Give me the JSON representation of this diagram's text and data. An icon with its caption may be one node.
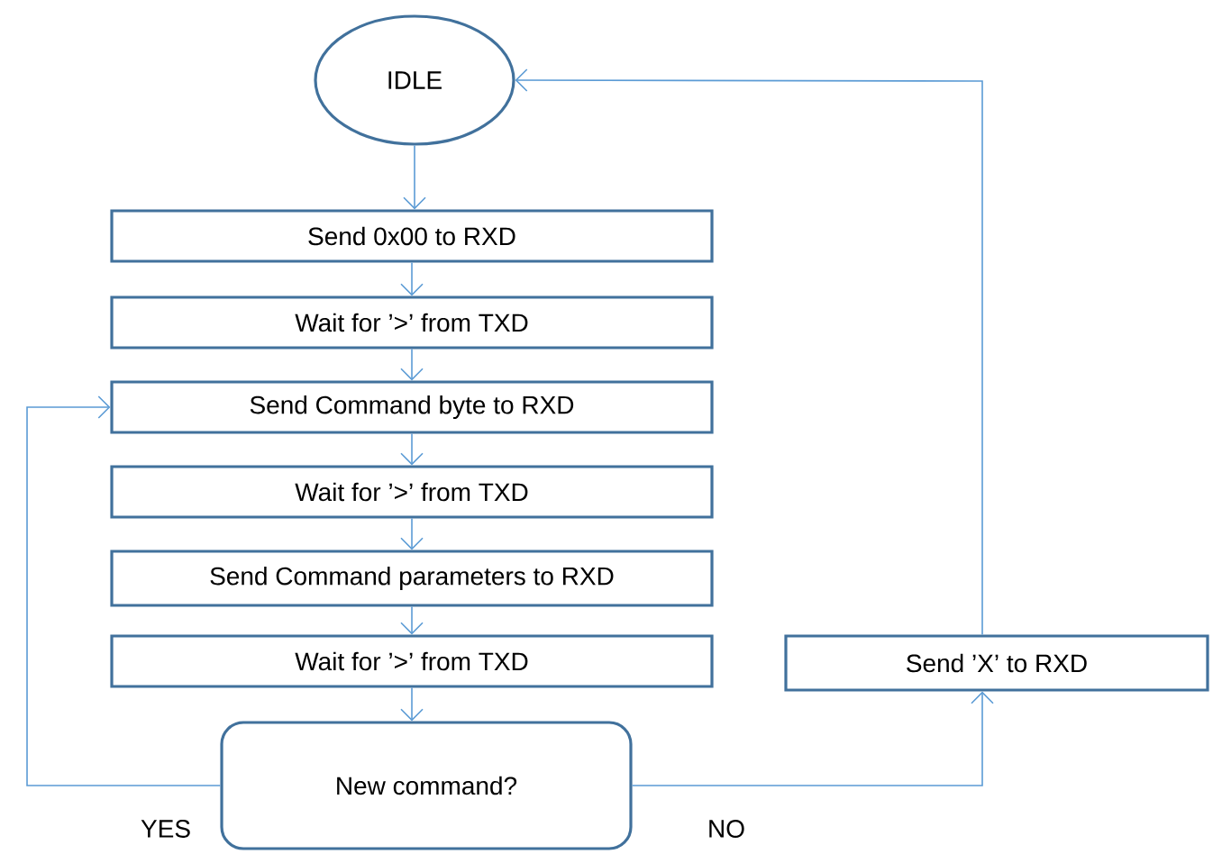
{
  "diagram": {
    "nodes": [
      {
        "text": [
          "IDLE"
        ]
      },
      {
        "text": [
          "Send 0x00 to RXD"
        ]
      },
      {
        "text": [
          "Wait for ’>’ from TXD"
        ]
      },
      {
        "text": [
          "Send Command byte to RXD"
        ]
      },
      {
        "text": [
          "Wait for ’>’ from TXD"
        ]
      },
      {
        "text": [
          "Send Command parameters to RXD"
        ]
      },
      {
        "text": [
          "Wait for ’>’ from TXD"
        ]
      },
      {
        "text": [
          "New command?"
        ]
      },
      {
        "text": [
          "Send ’X’ to RXD"
        ]
      }
    ],
    "edges": [
      {
        "from": 0,
        "to": 1,
        "arrow": "to"
      },
      {
        "from": 1,
        "to": 2,
        "arrow": "to"
      },
      {
        "from": 2,
        "to": 3,
        "arrow": "to"
      },
      {
        "from": 3,
        "to": 4,
        "arrow": "to"
      },
      {
        "from": 4,
        "to": 5,
        "arrow": "to"
      },
      {
        "from": 5,
        "to": 6,
        "arrow": "to"
      },
      {
        "from": 6,
        "to": 7,
        "arrow": "to"
      },
      {
        "from": 7,
        "to": 3,
        "arrow": "to",
        "label": "YES"
      },
      {
        "from": 7,
        "to": 8,
        "arrow": "to",
        "label": "NO"
      },
      {
        "from": 8,
        "to": 0,
        "arrow": "to"
      }
    ]
  }
}
